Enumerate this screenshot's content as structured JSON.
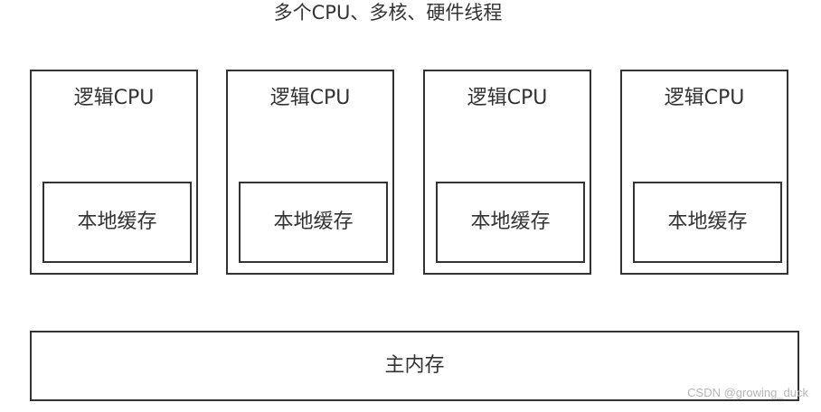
{
  "title": "多个CPU、多核、硬件线程",
  "cpus": [
    {
      "label": "逻辑CPU",
      "cache": "本地缓存"
    },
    {
      "label": "逻辑CPU",
      "cache": "本地缓存"
    },
    {
      "label": "逻辑CPU",
      "cache": "本地缓存"
    },
    {
      "label": "逻辑CPU",
      "cache": "本地缓存"
    }
  ],
  "memory": {
    "label": "主内存"
  },
  "watermark": "CSDN @growing_duck",
  "colors": {
    "border": "#333333",
    "text": "#333333",
    "watermark": "#b5b5b5",
    "background": "#ffffff"
  }
}
